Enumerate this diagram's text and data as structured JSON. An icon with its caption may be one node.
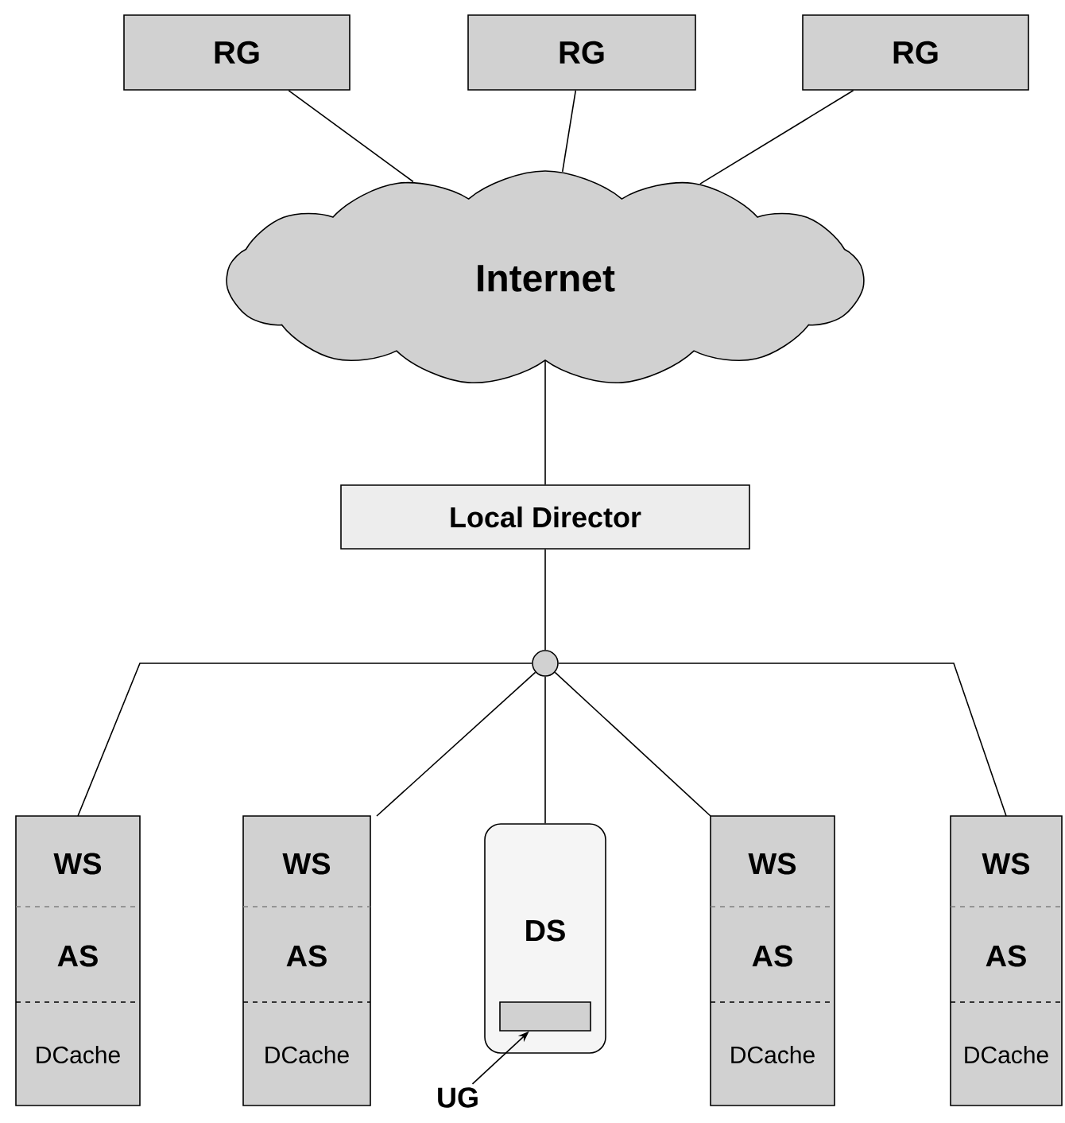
{
  "diagram": {
    "nodes": [
      {
        "text": [
          "RG"
        ]
      },
      {
        "text": [
          "RG"
        ]
      },
      {
        "text": [
          "RG"
        ]
      },
      {
        "text": [
          "Internet"
        ]
      },
      {
        "text": [
          "Local Director"
        ]
      },
      {
        "text": [],
        "shape": "circle"
      },
      {
        "text": [
          "WS",
          "AS",
          "DCache"
        ]
      },
      {
        "text": [
          "WS",
          "AS",
          "DCache"
        ]
      },
      {
        "text": [
          "DS"
        ]
      },
      {
        "text": [],
        "shape": "box",
        "in": 8
      },
      {
        "text": [
          "UG"
        ]
      },
      {
        "text": [
          "WS",
          "AS",
          "DCache"
        ]
      },
      {
        "text": [
          "WS",
          "AS",
          "DCache"
        ]
      }
    ],
    "edges": [
      {
        "from": 0,
        "to": 3,
        "arrow": "none"
      },
      {
        "from": 1,
        "to": 3,
        "arrow": "none"
      },
      {
        "from": 2,
        "to": 3,
        "arrow": "none"
      },
      {
        "from": 3,
        "to": 4,
        "arrow": "none"
      },
      {
        "from": 4,
        "to": 5,
        "arrow": "none"
      },
      {
        "from": 5,
        "to": 6,
        "arrow": "none"
      },
      {
        "from": 5,
        "to": 7,
        "arrow": "none"
      },
      {
        "from": 5,
        "to": 8,
        "arrow": "none"
      },
      {
        "from": 5,
        "to": 11,
        "arrow": "none"
      },
      {
        "from": 5,
        "to": 12,
        "arrow": "none"
      },
      {
        "from": 10,
        "to": 9,
        "arrow": "to"
      }
    ]
  }
}
